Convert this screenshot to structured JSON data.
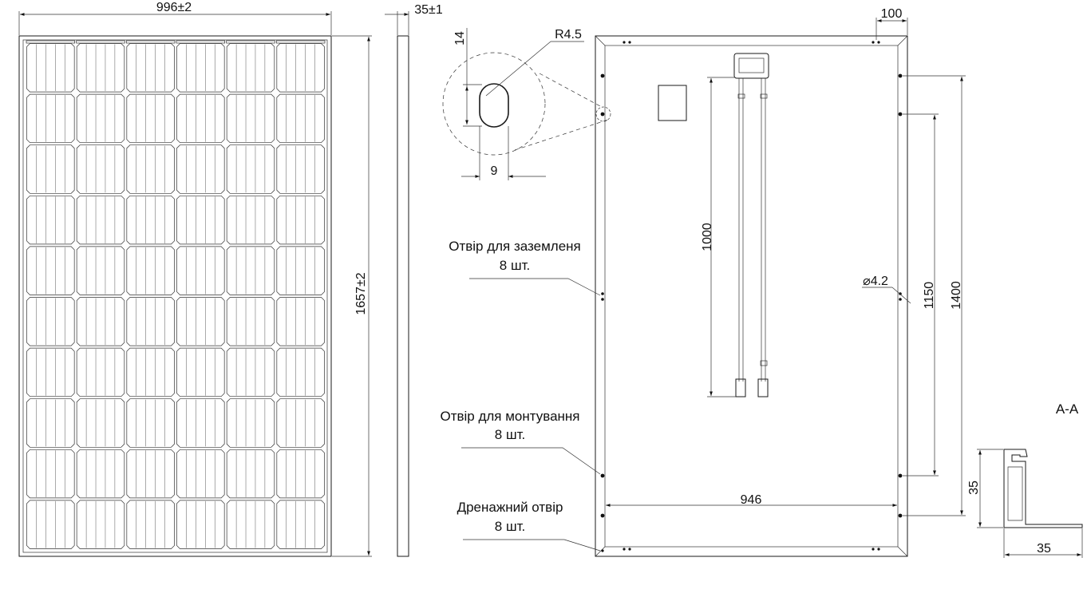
{
  "front_view": {
    "width_dim": "996±2",
    "height_dim": "1657±2",
    "cell_columns": 6,
    "cell_rows": 10
  },
  "side_view": {
    "thickness_dim": "35±1"
  },
  "detail": {
    "radius_label": "R4.5",
    "slot_height_label": "14",
    "slot_width_label": "9"
  },
  "rear_view": {
    "edge_offset_label": "100",
    "cable_length_label": "1000",
    "hole_diameter_label": "⌀4.2",
    "hole_spacing_inner_label": "1150",
    "hole_spacing_outer_label": "1400",
    "inner_width_label": "946"
  },
  "callouts": {
    "grounding": {
      "title": "Отвір для заземленя",
      "count": "8 шт."
    },
    "mounting": {
      "title": "Отвір для монтування",
      "count": "8 шт."
    },
    "drainage": {
      "title": "Дренажний отвір",
      "count": "8 шт."
    }
  },
  "section": {
    "title": "A-A",
    "height_label": "35",
    "width_label": "35"
  }
}
